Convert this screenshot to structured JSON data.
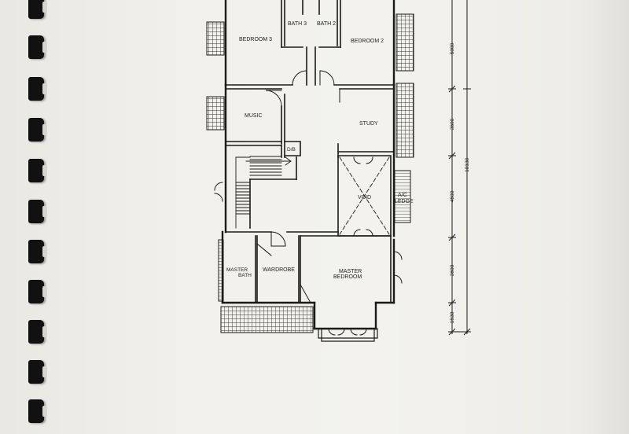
{
  "rooms": {
    "bedroom3": "BEDROOM 3",
    "bath3": "BATH 3",
    "bath2": "BATH 2",
    "bedroom2": "BEDROOM 2",
    "music": "MUSIC",
    "study": "STUDY",
    "db": "D/B",
    "void": "VOID",
    "ac_line1": "A/C",
    "ac_line2": "LEDGE",
    "master_bath_line1": "MASTER",
    "master_bath_line2": "BATH",
    "wardrobe": "WARDROBE",
    "master_bedroom_line1": "MASTER",
    "master_bedroom_line2": "BEDROOM"
  },
  "dimensions": {
    "d1": "5000",
    "d2": "3600",
    "d3": "4500",
    "d4": "3600",
    "d5": "1538",
    "total": "18138"
  },
  "colors": {
    "ink": "#1a1a1a",
    "paper": "#f1f0ec"
  }
}
